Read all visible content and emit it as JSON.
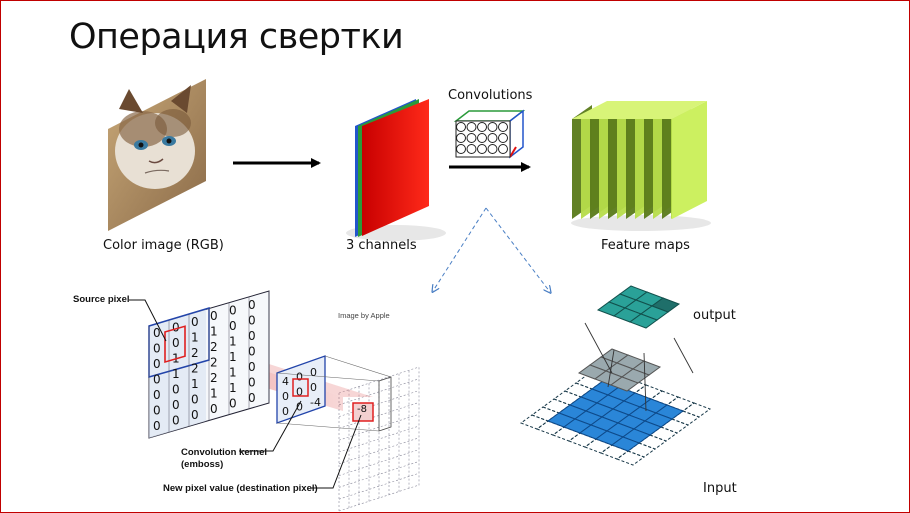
{
  "slide": {
    "title": "Операция свертки"
  },
  "pipeline": {
    "input_label": "Color image (RGB)",
    "channels_label": "3 channels",
    "conv_label": "Convolutions",
    "features_label": "Feature maps"
  },
  "left_diagram": {
    "source_pixel_label": "Source pixel",
    "credit": "Image by Apple",
    "kernel_label_line1": "Convolution kernel",
    "kernel_label_line2": "(emboss)",
    "new_pixel_label": "New pixel value (destination pixel)",
    "source_matrix": [
      [
        "0",
        "0",
        "0",
        "0",
        "0",
        "0"
      ],
      [
        "0",
        "0",
        "1",
        "1",
        "0",
        "0"
      ],
      [
        "0",
        "1",
        "2",
        "2",
        "1",
        "0"
      ],
      [
        "0",
        "1",
        "2",
        "2",
        "1",
        "0"
      ],
      [
        "0",
        "0",
        "1",
        "2",
        "1",
        "0"
      ],
      [
        "0",
        "0",
        "0",
        "1",
        "1",
        "0"
      ],
      [
        "0",
        "0",
        "0",
        "0",
        "0",
        "0"
      ]
    ],
    "kernel": [
      [
        "4",
        "0",
        "0"
      ],
      [
        "0",
        "0",
        "0"
      ],
      [
        "0",
        "0",
        "-4"
      ]
    ],
    "result_value": "-8"
  },
  "right_diagram": {
    "output_label": "output",
    "input_label": "Input"
  },
  "colors": {
    "border": "#c00000",
    "channel_red": "#e01010",
    "channel_green": "#2a9a3a",
    "channel_blue": "#2255cc",
    "feature_map": "#ccf060",
    "output_teal": "#2aa198",
    "input_blue": "#2a86d8",
    "dashed_arrow": "#4a7fc4"
  }
}
